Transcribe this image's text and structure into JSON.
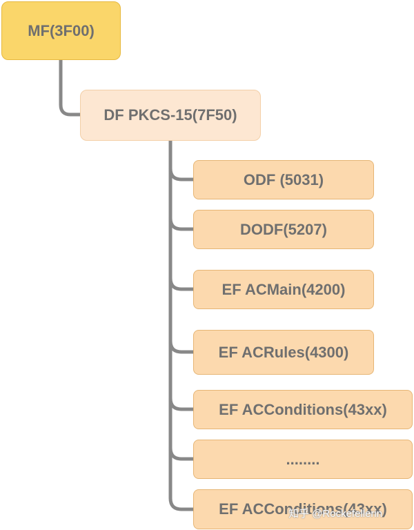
{
  "root": {
    "label": "MF(3F00)"
  },
  "df": {
    "label": "DF PKCS-15(7F50)"
  },
  "children": [
    {
      "label": "ODF (5031)"
    },
    {
      "label": "DODF(5207)"
    },
    {
      "label": "EF ACMain(4200)"
    },
    {
      "label": "EF ACRules(4300)"
    },
    {
      "label": "EF ACConditions(43xx)"
    },
    {
      "label": "........"
    },
    {
      "label": "EF ACConditions(43xx)"
    }
  ],
  "watermark": {
    "text": "知乎 @Rockefellerin"
  },
  "colors": {
    "root_fill": "#fad66a",
    "df_fill": "#fde7d2",
    "child_fill": "#fcd9ae",
    "connector": "#888888",
    "text": "#6f6f6f"
  }
}
